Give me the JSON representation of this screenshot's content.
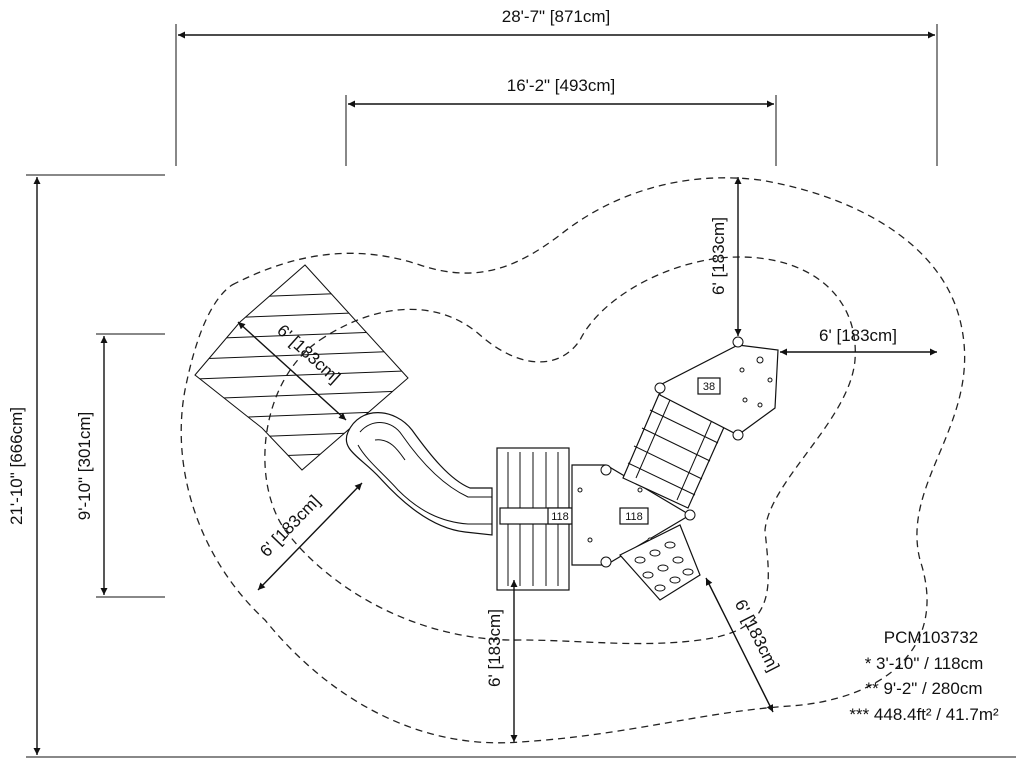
{
  "dimensions": {
    "overall_width": "28'-7\" [871cm]",
    "inner_width": "16'-2\" [493cm]",
    "overall_depth": "21'-10\" [666cm]",
    "inner_depth": "9'-10\" [301cm]",
    "clearance_top": "6' [183cm]",
    "clearance_right": "6' [183cm]",
    "clearance_slide_exit": "6' [183cm]",
    "clearance_left": "6' [183cm]",
    "clearance_bottom": "6' [183cm]",
    "clearance_bottom_right": "6' [183cm]"
  },
  "deck_labels": {
    "upper_deck": "38",
    "center_deck": "118",
    "left_deck": "118"
  },
  "info": {
    "model": "PCM103732",
    "line1": "* 3'-10\" / 118cm",
    "line2": "** 9'-2\" / 280cm",
    "line3": "*** 448.4ft² / 41.7m²"
  }
}
